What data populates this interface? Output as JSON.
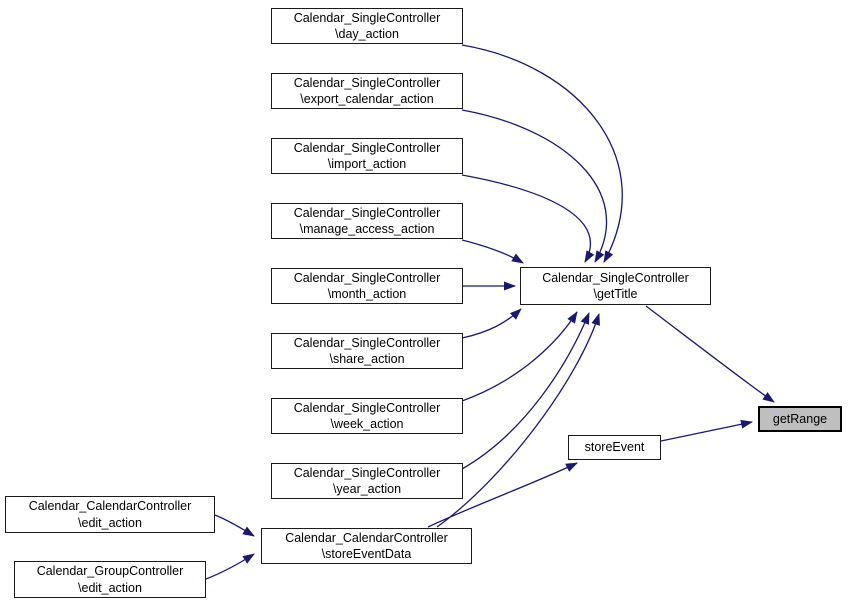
{
  "diagram": {
    "kind": "caller-graph",
    "current_function": "getRange",
    "colors": {
      "edge": "#191970",
      "node_border": "#1a1a1a",
      "node_fill": "#ffffff",
      "current_node_fill": "#bfbfbf",
      "text": "#000000",
      "background": "#ffffff"
    }
  },
  "nodes": {
    "day_action": {
      "line1": "Calendar_SingleController",
      "line2": "\\day_action"
    },
    "export_calendar_action": {
      "line1": "Calendar_SingleController",
      "line2": "\\export_calendar_action"
    },
    "import_action": {
      "line1": "Calendar_SingleController",
      "line2": "\\import_action"
    },
    "manage_access_action": {
      "line1": "Calendar_SingleController",
      "line2": "\\manage_access_action"
    },
    "month_action": {
      "line1": "Calendar_SingleController",
      "line2": "\\month_action"
    },
    "share_action": {
      "line1": "Calendar_SingleController",
      "line2": "\\share_action"
    },
    "week_action": {
      "line1": "Calendar_SingleController",
      "line2": "\\week_action"
    },
    "year_action": {
      "line1": "Calendar_SingleController",
      "line2": "\\year_action"
    },
    "getTitle": {
      "line1": "Calendar_SingleController",
      "line2": "\\getTitle"
    },
    "getRange": {
      "label": "getRange"
    },
    "storeEvent": {
      "label": "storeEvent"
    },
    "storeEventData": {
      "line1": "Calendar_CalendarController",
      "line2": "\\storeEventData"
    },
    "calendar_edit_action": {
      "line1": "Calendar_CalendarController",
      "line2": "\\edit_action"
    },
    "group_edit_action": {
      "line1": "Calendar_GroupController",
      "line2": "\\edit_action"
    }
  },
  "edges": [
    {
      "from": "day_action",
      "to": "getTitle"
    },
    {
      "from": "export_calendar_action",
      "to": "getTitle"
    },
    {
      "from": "import_action",
      "to": "getTitle"
    },
    {
      "from": "manage_access_action",
      "to": "getTitle"
    },
    {
      "from": "month_action",
      "to": "getTitle"
    },
    {
      "from": "share_action",
      "to": "getTitle"
    },
    {
      "from": "week_action",
      "to": "getTitle"
    },
    {
      "from": "year_action",
      "to": "getTitle"
    },
    {
      "from": "storeEventData",
      "to": "getTitle"
    },
    {
      "from": "getTitle",
      "to": "getRange"
    },
    {
      "from": "storeEvent",
      "to": "getRange"
    },
    {
      "from": "storeEventData",
      "to": "storeEvent"
    },
    {
      "from": "calendar_edit_action",
      "to": "storeEventData"
    },
    {
      "from": "group_edit_action",
      "to": "storeEventData"
    }
  ]
}
